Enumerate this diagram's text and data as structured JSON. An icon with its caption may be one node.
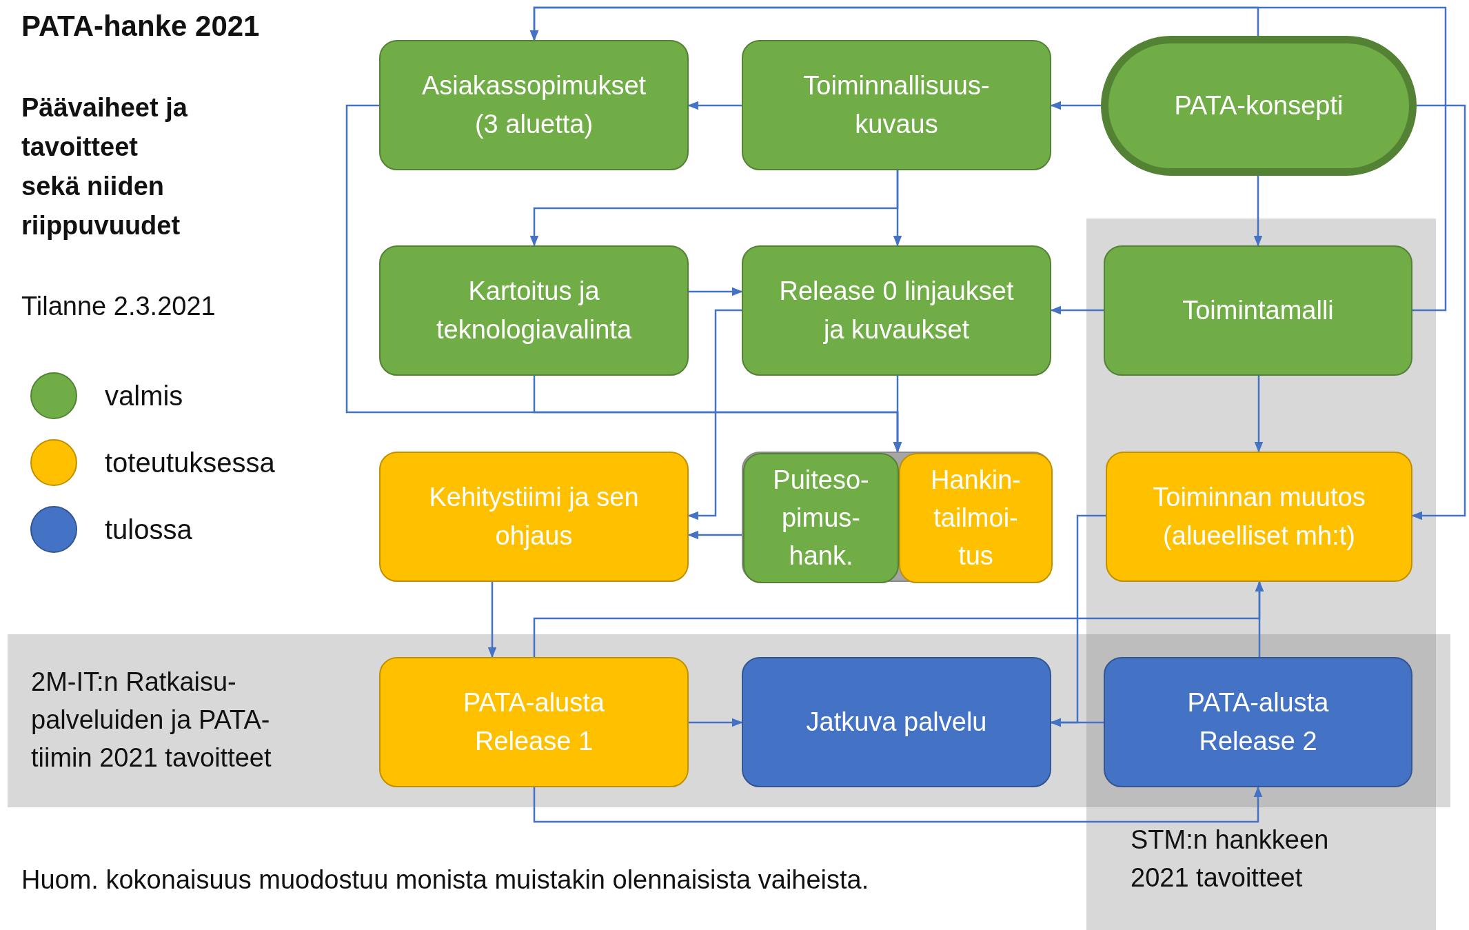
{
  "diagram": {
    "title": "PATA-hanke 2021",
    "nodes": [
      {
        "text": [
          "Asiakassopimukset (3 aluetta)"
        ]
      },
      {
        "text": [
          "Toiminnallisuus-kuvaus"
        ]
      },
      {
        "text": [
          "PATA-konsepti"
        ]
      },
      {
        "text": [
          "Kartoitus ja teknologiavalinta"
        ]
      },
      {
        "text": [
          "Release 0 linjaukset ja kuvaukset"
        ]
      },
      {
        "text": [
          "STM:n hankkeen 2021 tavoitteet"
        ]
      },
      {
        "text": [
          "Toimintamalli"
        ],
        "in": 5
      },
      {
        "text": [
          "Kehitystiimi ja sen ohjaus"
        ]
      },
      {
        "text": [],
        "shape": "box"
      },
      {
        "text": [
          "Puiteso-pimus-hank."
        ],
        "in": 8
      },
      {
        "text": [
          "Hankin-tailmoi-tus"
        ],
        "in": 8
      },
      {
        "text": [
          "Toiminnan muutos (alueelliset mh:t)"
        ],
        "in": 5
      },
      {
        "text": [
          "2M-IT:n Ratkaisu-palveluiden ja PATA-tiimin 2021 tavoitteet"
        ]
      },
      {
        "text": [
          "PATA-alusta Release 1"
        ],
        "in": 12
      },
      {
        "text": [
          "Jatkuva palvelu"
        ],
        "in": 12
      },
      {
        "text": [
          "PATA-alusta Release 2"
        ]
      }
    ],
    "edges": [
      {
        "from": 2,
        "to": 0,
        "arrow": "to"
      },
      {
        "from": 6,
        "to": 0,
        "arrow": "to"
      },
      {
        "from": 2,
        "to": 1,
        "arrow": "to"
      },
      {
        "from": 1,
        "to": 0,
        "arrow": "to"
      },
      {
        "from": 2,
        "to": 6,
        "arrow": "to"
      },
      {
        "from": 2,
        "to": 11,
        "arrow": "to"
      },
      {
        "from": 1,
        "to": 4,
        "arrow": "to"
      },
      {
        "from": 1,
        "to": 3,
        "arrow": "to"
      },
      {
        "from": 3,
        "to": 4,
        "arrow": "to"
      },
      {
        "from": 6,
        "to": 4,
        "arrow": "to"
      },
      {
        "from": 0,
        "to": 8,
        "arrow": "to"
      },
      {
        "from": 3,
        "to": 8,
        "arrow": "to"
      },
      {
        "from": 4,
        "to": 8,
        "arrow": "to"
      },
      {
        "from": 4,
        "to": 7,
        "arrow": "to"
      },
      {
        "from": 8,
        "to": 7,
        "arrow": "to"
      },
      {
        "from": 6,
        "to": 11,
        "arrow": "to"
      },
      {
        "from": 7,
        "to": 13,
        "arrow": "to"
      },
      {
        "from": 13,
        "to": 11,
        "arrow": "to"
      },
      {
        "from": 15,
        "to": 11,
        "arrow": "to"
      },
      {
        "from": 13,
        "to": 14,
        "arrow": "to"
      },
      {
        "from": 15,
        "to": 14,
        "arrow": "to"
      },
      {
        "from": 11,
        "to": 14,
        "arrow": "to"
      },
      {
        "from": 13,
        "to": 15,
        "arrow": "to"
      }
    ],
    "labels": [
      "Päävaiheet ja tavoitteet sekä niiden riippuvuudet",
      "Tilanne 2.3.2021",
      "Huom. kokonaisuus muodostuu monista muistakin olennaisista vaiheista."
    ],
    "legend": [
      {
        "text": "valmis",
        "color": "#70ad47"
      },
      {
        "text": "toteutuksessa",
        "color": "#ffc000"
      },
      {
        "text": "tulossa",
        "color": "#4472c4"
      }
    ]
  }
}
